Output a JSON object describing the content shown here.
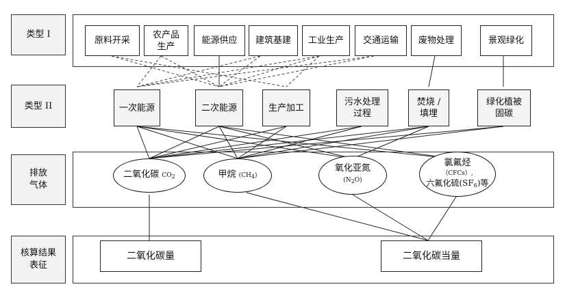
{
  "rows": {
    "type1": "类型 I",
    "type2": "类型 II",
    "emission": "排放\n气体",
    "result": "核算结果\n表征"
  },
  "type1_items": [
    "原料开采",
    "农产品\n生产",
    "能源供应",
    "建筑基建",
    "工业生产",
    "交通运输",
    "废物处理",
    "景观绿化"
  ],
  "type2_items": [
    "一次能源",
    "二次能源",
    "生产加工",
    "污水处理\n过程",
    "焚烧 /\n填埋",
    "绿化植被\n固碳"
  ],
  "gases": {
    "co2": {
      "name": "二氧化碳",
      "formula": "CO",
      "sub": "2"
    },
    "ch4": {
      "name": "甲烷",
      "formula": "(CH",
      "sub": "4",
      "close": ")"
    },
    "n2o": {
      "name": "氧化亚氮",
      "formula": "(N",
      "sub": "2",
      "close": "O)"
    },
    "fgas": {
      "line1": "氯氟烃",
      "line2": "（CFCs）,",
      "line3a": "六氟化硫(SF",
      "sub": "6",
      "line3b": ")等"
    }
  },
  "results": {
    "co2_amount": "二氧化碳量",
    "co2_equivalent": "二氧化碳当量"
  }
}
